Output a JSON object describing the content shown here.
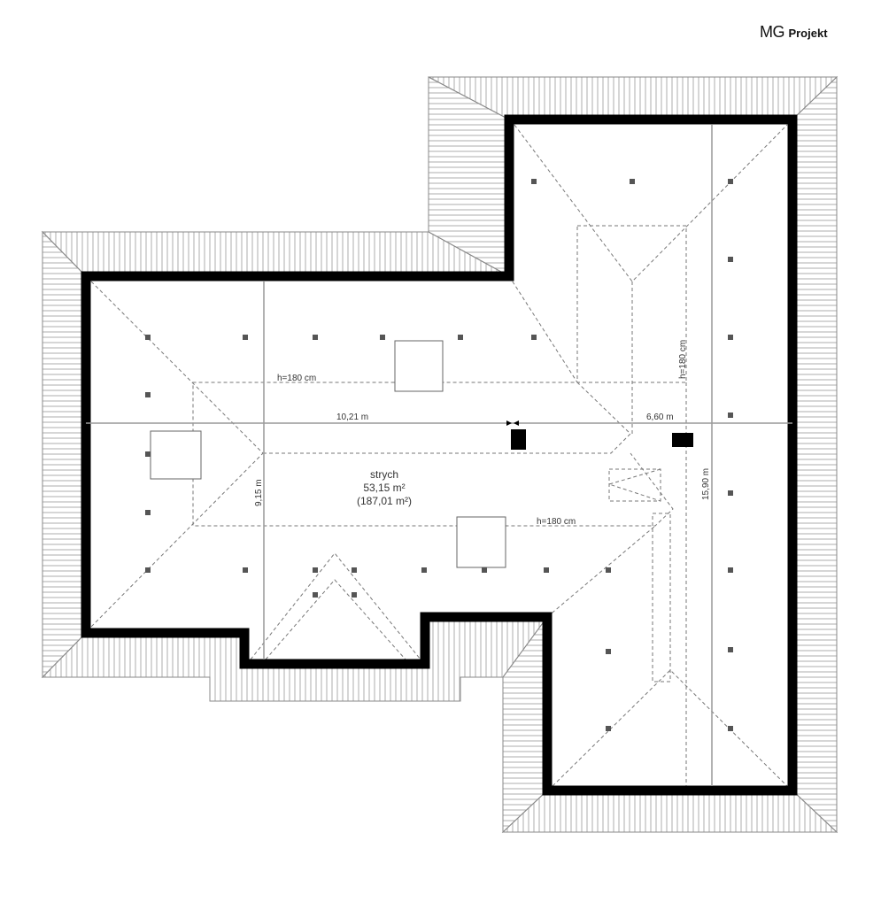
{
  "logo": {
    "brand": "MG",
    "suffix": "Projekt"
  },
  "plan": {
    "room_name": "strych",
    "room_area": "53,15 m²",
    "room_area_total": "(187,01 m²)",
    "height_labels": [
      "h=180 cm",
      "h=180 cm",
      "h=180 cm"
    ],
    "dimensions": {
      "width_left": "10,21 m",
      "width_right": "6,60 m",
      "depth_left": "9,15 m",
      "depth_right": "15,90 m"
    }
  }
}
